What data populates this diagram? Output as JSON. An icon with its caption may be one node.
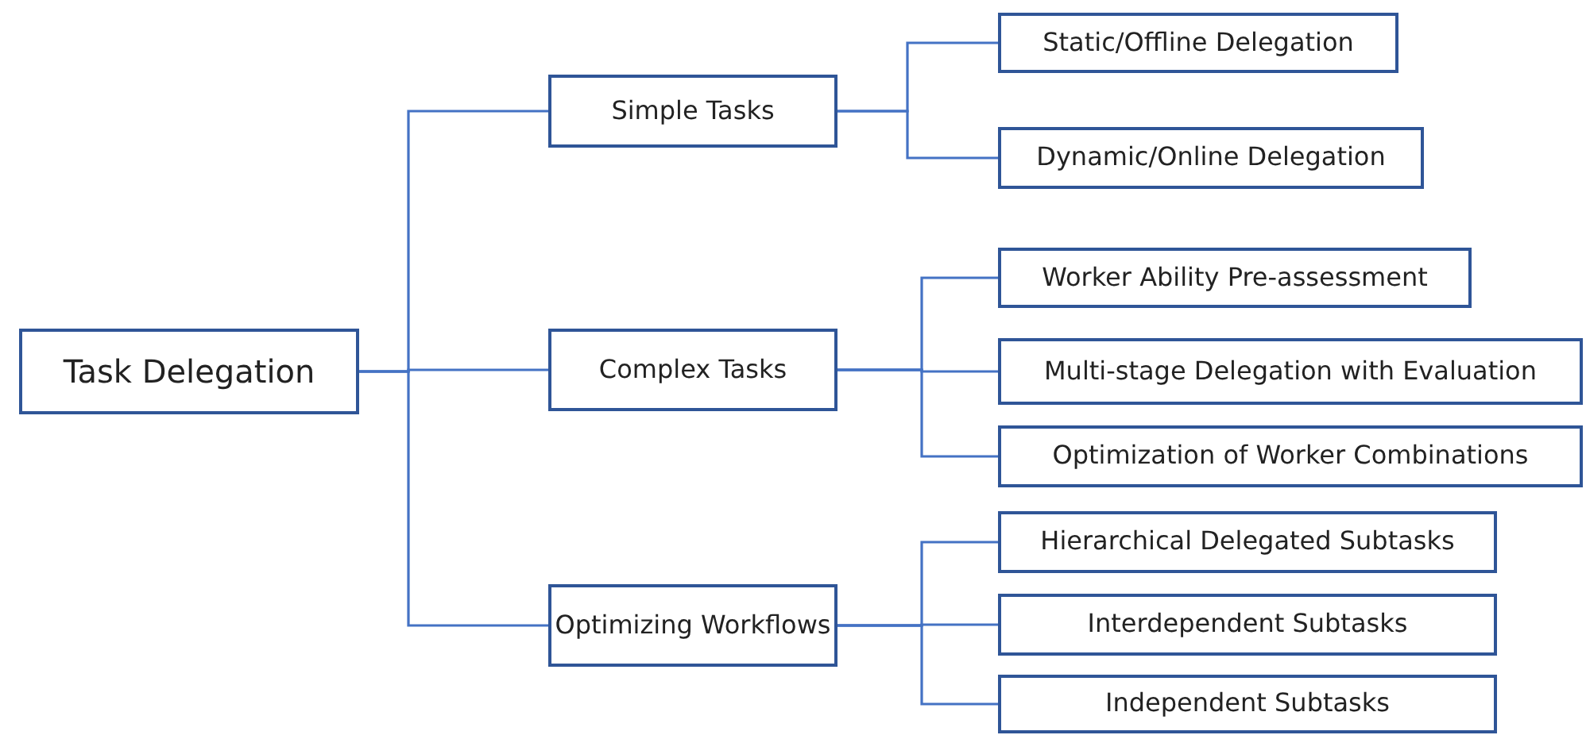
{
  "diagram": {
    "nodes": [
      {
        "text": [
          "Task Delegation"
        ]
      },
      {
        "text": [
          "Simple Tasks"
        ]
      },
      {
        "text": [
          "Static/Offline Delegation"
        ]
      },
      {
        "text": [
          "Dynamic/Online Delegation"
        ]
      },
      {
        "text": [
          "Complex Tasks"
        ]
      },
      {
        "text": [
          "Worker Ability Pre-assessment"
        ]
      },
      {
        "text": [
          "Multi-stage Delegation with Evaluation"
        ]
      },
      {
        "text": [
          "Optimization of Worker Combinations"
        ]
      },
      {
        "text": [
          "Optimizing Workflows"
        ]
      },
      {
        "text": [
          "Hierarchical Delegated Subtasks"
        ]
      },
      {
        "text": [
          "Interdependent Subtasks"
        ]
      },
      {
        "text": [
          "Independent Subtasks"
        ]
      }
    ],
    "edges": [
      {
        "from": 0,
        "to": 1,
        "arrow": "none"
      },
      {
        "from": 0,
        "to": 4,
        "arrow": "none"
      },
      {
        "from": 0,
        "to": 8,
        "arrow": "none"
      },
      {
        "from": 1,
        "to": 2,
        "arrow": "none"
      },
      {
        "from": 1,
        "to": 3,
        "arrow": "none"
      },
      {
        "from": 4,
        "to": 5,
        "arrow": "none"
      },
      {
        "from": 4,
        "to": 6,
        "arrow": "none"
      },
      {
        "from": 4,
        "to": 7,
        "arrow": "none"
      },
      {
        "from": 8,
        "to": 9,
        "arrow": "none"
      },
      {
        "from": 8,
        "to": 10,
        "arrow": "none"
      },
      {
        "from": 8,
        "to": 11,
        "arrow": "none"
      }
    ]
  }
}
